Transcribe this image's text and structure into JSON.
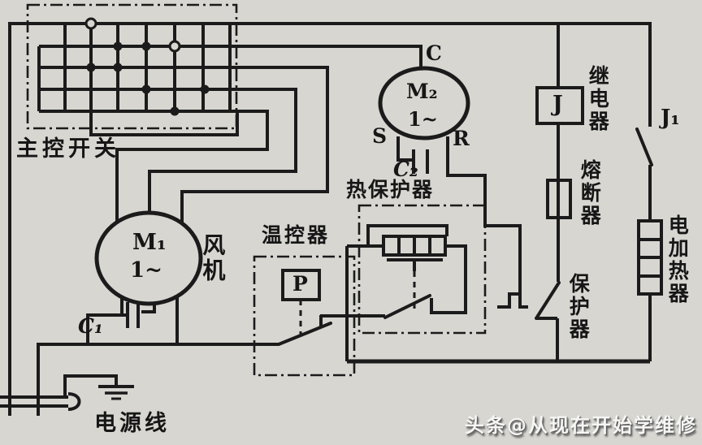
{
  "diagram": {
    "type": "air-conditioner-electrical-schematic",
    "labels": {
      "main_switch": "主控开关",
      "fan_motor": "M₁",
      "fan_motor_phase": "1~",
      "fan": "风机",
      "cap1": "C₁",
      "thermostat": "温控器",
      "thermostat_p": "P",
      "compressor_motor": "M₂",
      "compressor_phase": "1~",
      "terminal_c": "C",
      "terminal_s": "S",
      "terminal_r": "R",
      "cap2": "C₂",
      "thermal_protector": "热保护器",
      "relay_coil": "J",
      "relay": "继电器",
      "fuse": "熔断器",
      "protector": "保护器",
      "j1_switch": "J₁",
      "electric_heater": "电加热器",
      "power_cord": "电源线"
    },
    "watermark": "头条@从现在开始学维修",
    "colors": {
      "paper": "#d7d6d1",
      "line": "#1b1b1b",
      "watermark_text": "#f6f6f4"
    }
  }
}
